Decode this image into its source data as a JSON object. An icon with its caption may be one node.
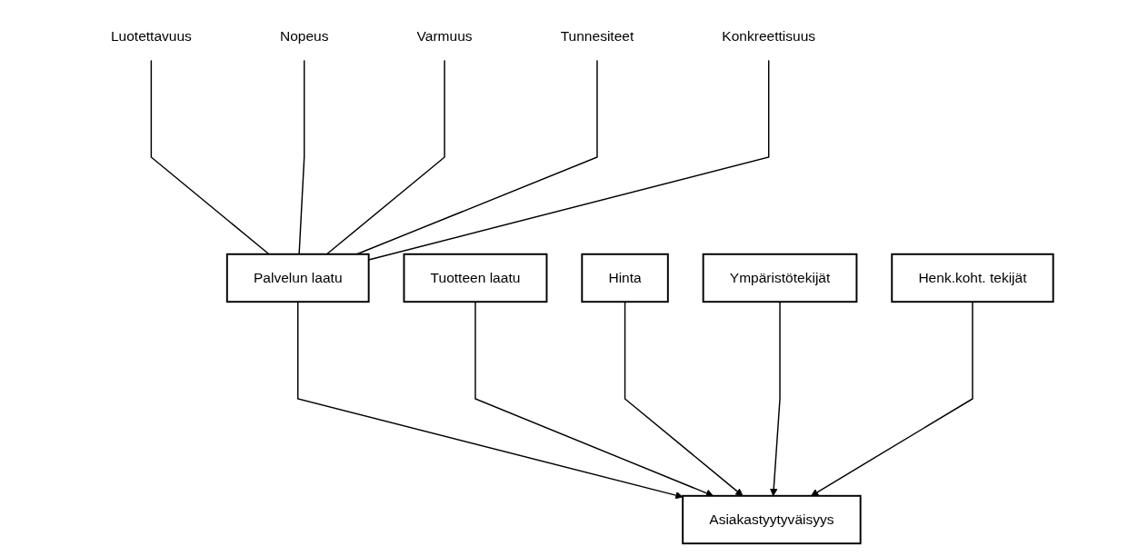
{
  "diagram": {
    "nodes": [
      {
        "text": [
          "Luotettavuus"
        ]
      },
      {
        "text": [
          "Nopeus"
        ]
      },
      {
        "text": [
          "Varmuus"
        ]
      },
      {
        "text": [
          "Tunnesiteet"
        ]
      },
      {
        "text": [
          "Konkreettisuus"
        ]
      },
      {
        "text": [
          "Palvelun laatu"
        ]
      },
      {
        "text": [
          "Tuotteen laatu"
        ]
      },
      {
        "text": [
          "Hinta"
        ]
      },
      {
        "text": [
          "Ympäristötekijät"
        ]
      },
      {
        "text": [
          "Asiakastyytyväisyys"
        ]
      },
      {
        "text": [
          "Henk.koht. tekijät"
        ]
      }
    ],
    "edges": [
      {
        "from": 0,
        "to": 5,
        "arrow": "none"
      },
      {
        "from": 1,
        "to": 5,
        "arrow": "none"
      },
      {
        "from": 2,
        "to": 5,
        "arrow": "none"
      },
      {
        "from": 3,
        "to": 5,
        "arrow": "none"
      },
      {
        "from": 4,
        "to": 5,
        "arrow": "none"
      },
      {
        "from": 5,
        "to": 9,
        "arrow": "to"
      },
      {
        "from": 6,
        "to": 9,
        "arrow": "to"
      },
      {
        "from": 7,
        "to": 9,
        "arrow": "to"
      },
      {
        "from": 8,
        "to": 9,
        "arrow": "to"
      },
      {
        "from": 10,
        "to": 9,
        "arrow": "to"
      }
    ]
  }
}
